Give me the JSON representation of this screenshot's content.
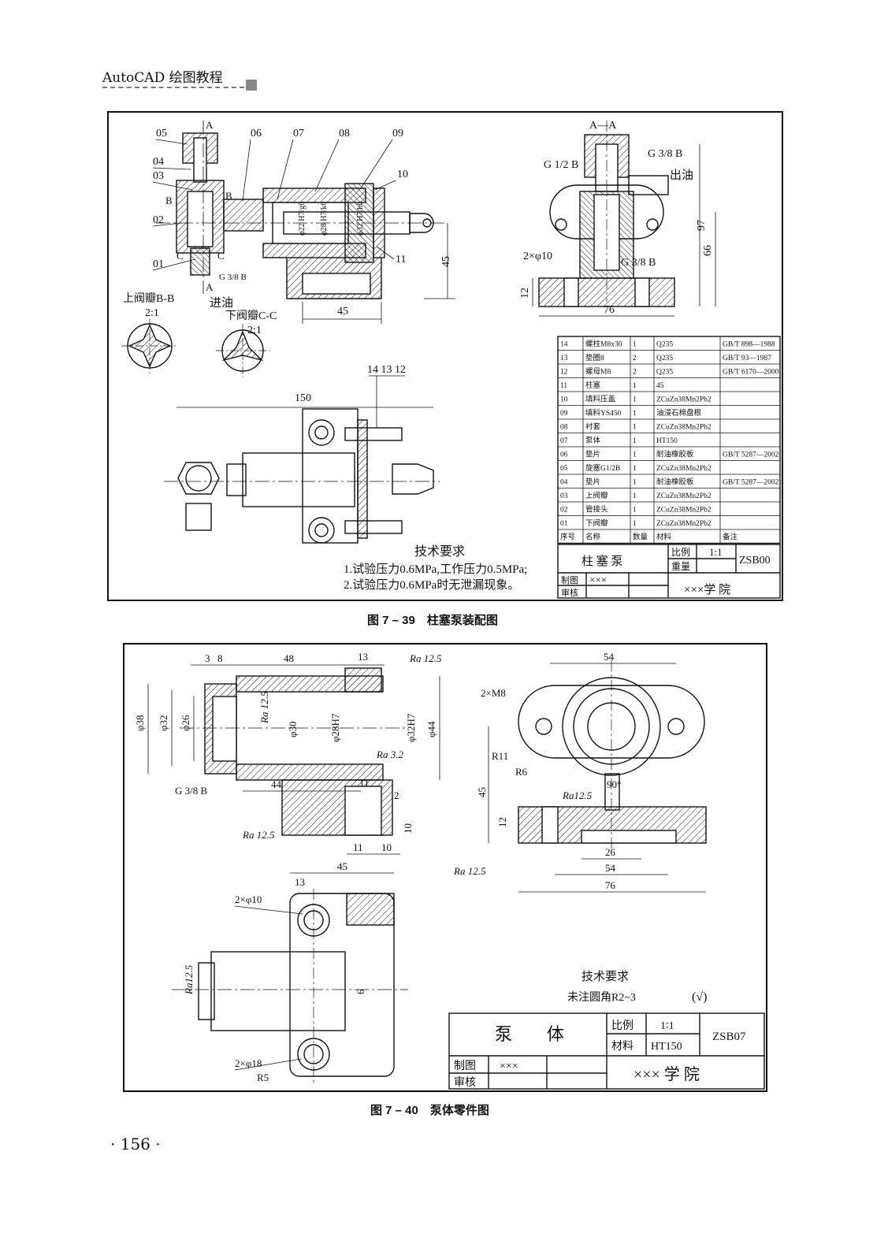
{
  "header": {
    "title": "AutoCAD 绘图教程"
  },
  "fig1": {
    "caption": "图 7 – 39　柱塞泵装配图",
    "balloons": [
      "05",
      "04",
      "03",
      "02",
      "01",
      "06",
      "07",
      "08",
      "09",
      "10",
      "11"
    ],
    "sections": {
      "aa": "A—A",
      "bb_title": "上阀瓣B-B",
      "bb_scale": "2:1",
      "cc_title": "下阀瓣C-C",
      "cc_scale": "2:1"
    },
    "labels": {
      "inlet": "进油",
      "outlet": "出油",
      "a": "A",
      "b": "B",
      "c": "C",
      "g38b": "G 3/8 B",
      "g12b": "G 1/2 B"
    },
    "fits": [
      "φ22 H7/g6",
      "φ28 H7/k6",
      "φ32 H7/h6"
    ],
    "dims": {
      "d45v": "45",
      "d45h": "45",
      "d150": "150",
      "d76": "76",
      "d66": "66",
      "d97": "97",
      "d12": "12",
      "d2x10": "2×φ10",
      "d141312": "14 13 12"
    },
    "tech_title": "技术要求",
    "tech_items": [
      "1.试验压力0.6MPa,工作压力0.5MPa;",
      "2.试验压力0.6MPa时无泄漏现象。"
    ],
    "bom": [
      [
        "14",
        "螺柱M8x30",
        "1",
        "Q235",
        "GB/T 898—1988"
      ],
      [
        "13",
        "垫圈8",
        "2",
        "Q235",
        "GB/T 93—1987"
      ],
      [
        "12",
        "螺母M8",
        "2",
        "Q235",
        "GB/T 6170—2000"
      ],
      [
        "11",
        "柱塞",
        "1",
        "45",
        ""
      ],
      [
        "10",
        "填料压盖",
        "1",
        "ZCuZn38Mn2Pb2",
        ""
      ],
      [
        "09",
        "填料YS450",
        "1",
        "油浸石棉盘根",
        ""
      ],
      [
        "08",
        "衬套",
        "1",
        "ZCuZn38Mn2Pb2",
        ""
      ],
      [
        "07",
        "泵体",
        "1",
        "HT150",
        ""
      ],
      [
        "06",
        "垫片",
        "1",
        "耐油橡胶板",
        "GB/T 5287—2002"
      ],
      [
        "05",
        "旋塞G1/2B",
        "1",
        "ZCuZn38Mn2Pb2",
        ""
      ],
      [
        "04",
        "垫片",
        "1",
        "耐油橡胶板",
        "GB/T 5287—2002"
      ],
      [
        "03",
        "上阀瓣",
        "1",
        "ZCuZn38Mn2Pb2",
        ""
      ],
      [
        "02",
        "管接头",
        "1",
        "ZCuZn38Mn2Pb2",
        ""
      ],
      [
        "01",
        "下阀瓣",
        "1",
        "ZCuZn38Mn2Pb2",
        ""
      ]
    ],
    "bom_header": [
      "序号",
      "名称",
      "数量",
      "材料",
      "备注"
    ],
    "title_block": {
      "name": "柱 塞 泵",
      "scale_label": "比例",
      "scale": "1:1",
      "weight_label": "重量",
      "code": "ZSB00",
      "drawn": "制图",
      "drawn_by": "×××",
      "check": "审核",
      "school": "×××学 院"
    }
  },
  "fig2": {
    "caption": "图 7 – 40　泵体零件图",
    "dims": {
      "d3": "3",
      "d8": "8",
      "d48": "48",
      "d13": "13",
      "d38": "φ38",
      "d32": "φ32",
      "d26": "φ26",
      "d30": "φ30",
      "d28h7": "φ28H7",
      "d32h7": "φ32H7",
      "d44": "φ44",
      "d44l": "44",
      "d11": "11",
      "d2": "2",
      "d10": "10",
      "d11b": "11",
      "d10b": "10",
      "d54": "54",
      "d2m8": "2×M8",
      "r11": "R11",
      "r6": "R6",
      "d90": "90°",
      "d45v": "45",
      "d12": "12",
      "d26b": "26",
      "d54b": "54",
      "d76": "76",
      "d45h": "45",
      "d13b": "13",
      "d2x10": "2×φ10",
      "d6": "6",
      "d2x18": "2×φ18",
      "r5": "R5",
      "g38b": "G 3/8 B"
    },
    "ra": [
      "Ra 12.5",
      "Ra 12.5",
      "Ra 3.2",
      "Ra 12.5",
      "Ra12.5",
      "Ra 12.5",
      "Ra12.5"
    ],
    "tech_title": "技术要求",
    "tech_item": "未注圆角R2~3",
    "tech_symbol": "(√)",
    "title_block": {
      "name": "泵　　体",
      "scale_label": "比例",
      "scale": "1∶1",
      "material_label": "材料",
      "material": "HT150",
      "code": "ZSB07",
      "drawn": "制图",
      "drawn_by": "×××",
      "check": "审核",
      "school": "××× 学 院"
    }
  },
  "page_number": "· 156 ·"
}
